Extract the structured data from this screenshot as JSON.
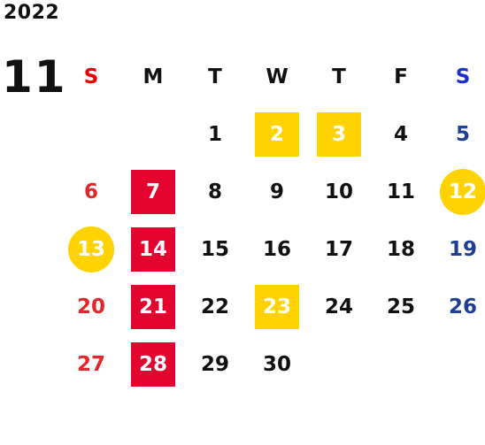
{
  "header": {
    "year": "2022",
    "month": "11"
  },
  "weekdays": [
    "S",
    "M",
    "T",
    "W",
    "T",
    "F",
    "S"
  ],
  "days": {
    "d1": "1",
    "d2": "2",
    "d3": "3",
    "d4": "4",
    "d5": "5",
    "d6": "6",
    "d7": "7",
    "d8": "8",
    "d9": "9",
    "d10": "10",
    "d11": "11",
    "d12": "12",
    "d13": "13",
    "d14": "14",
    "d15": "15",
    "d16": "16",
    "d17": "17",
    "d18": "18",
    "d19": "19",
    "d20": "20",
    "d21": "21",
    "d22": "22",
    "d23": "23",
    "d24": "24",
    "d25": "25",
    "d26": "26",
    "d27": "27",
    "d28": "28",
    "d29": "29",
    "d30": "30"
  },
  "colors": {
    "sunday": "#e3262b",
    "saturday": "#1e3e95",
    "highlight_red": "#e4032e",
    "highlight_yellow": "#ffd200"
  }
}
